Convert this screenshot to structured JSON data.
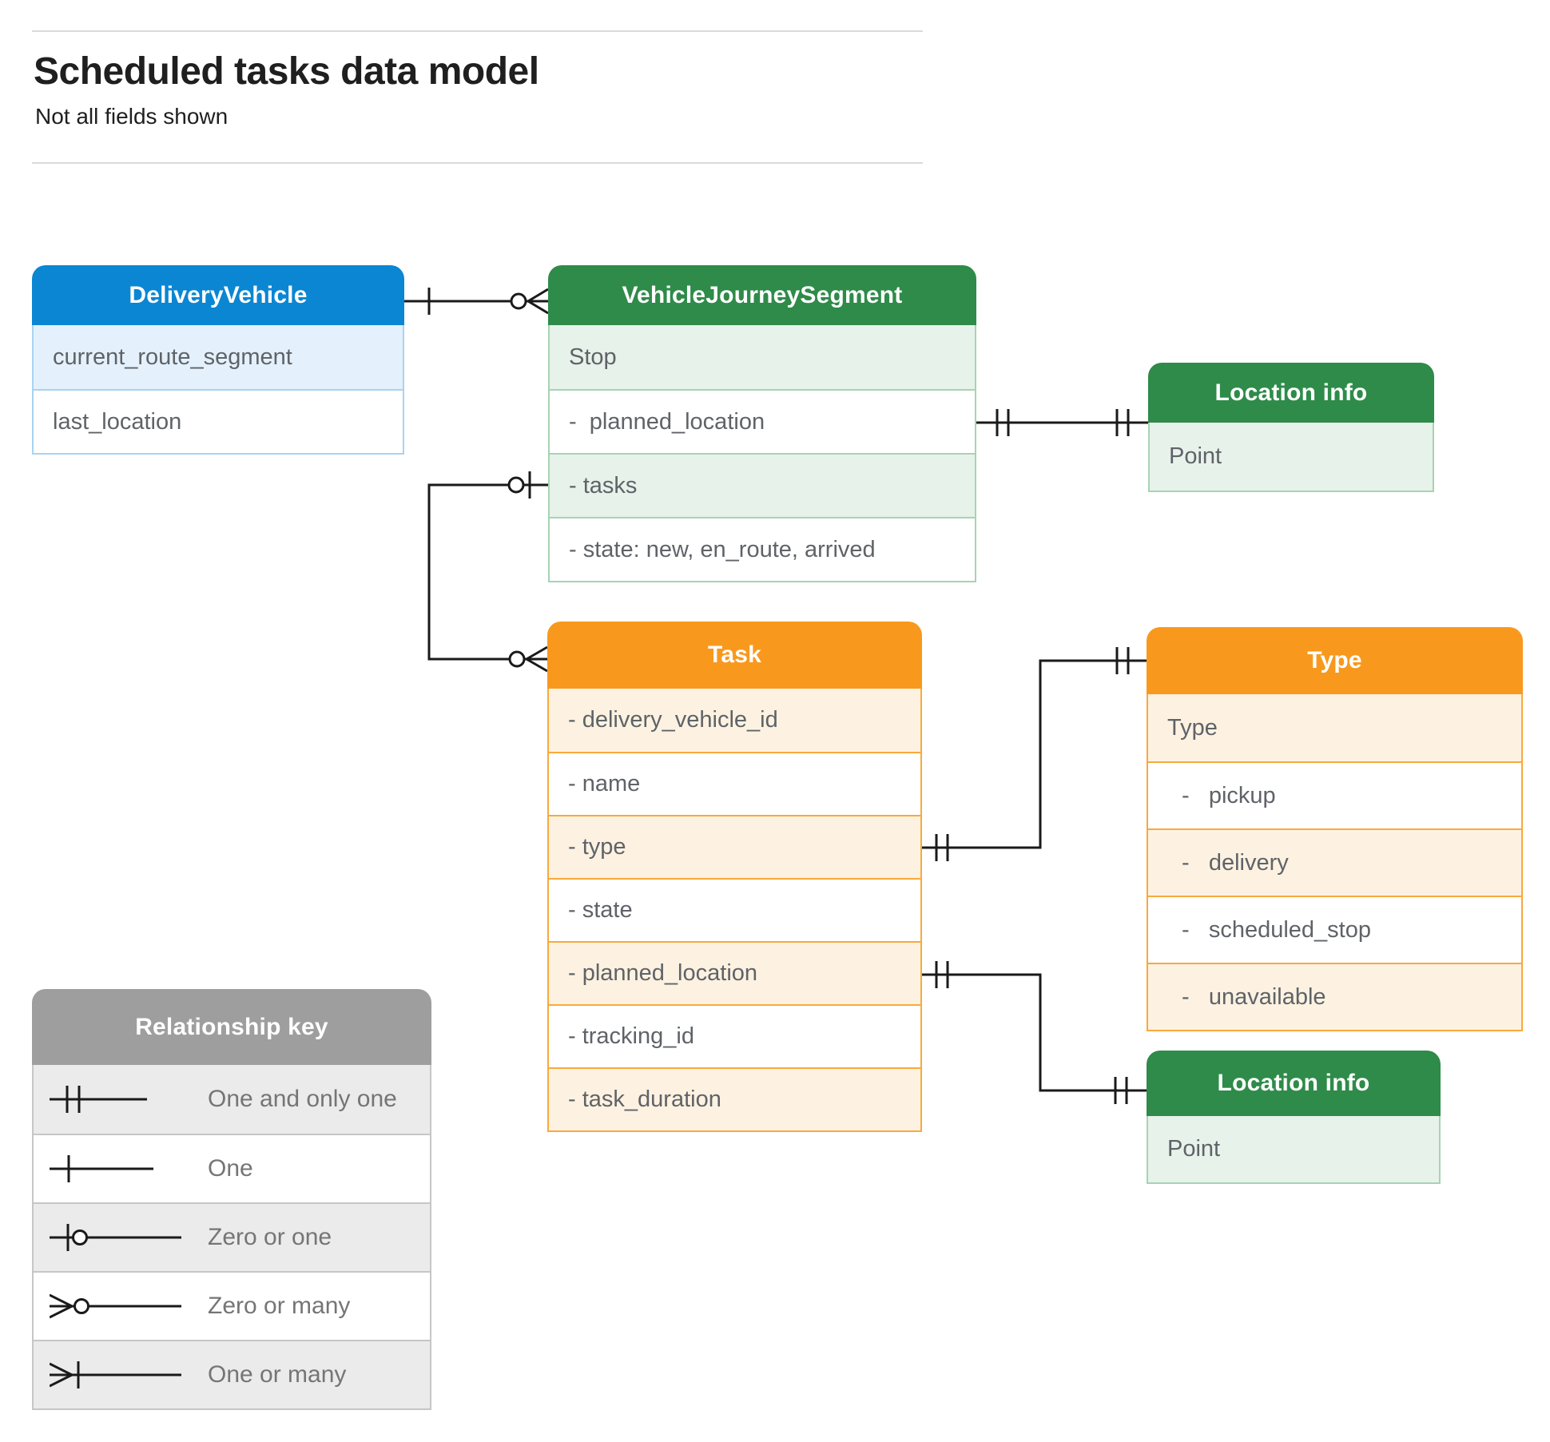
{
  "page": {
    "title": "Scheduled tasks data model",
    "subtitle": "Not all fields shown"
  },
  "entities": {
    "delivery_vehicle": {
      "title": "DeliveryVehicle",
      "rows": [
        "current_route_segment",
        "last_location"
      ]
    },
    "vehicle_journey_segment": {
      "title": "VehicleJourneySegment",
      "rows": [
        "Stop",
        "-  planned_location",
        "- tasks",
        "- state: new, en_route, arrived"
      ]
    },
    "location_info_top": {
      "title": "Location info",
      "rows": [
        "Point"
      ]
    },
    "task": {
      "title": "Task",
      "rows": [
        "- delivery_vehicle_id",
        "- name",
        "- type",
        "- state",
        "- planned_location",
        "- tracking_id",
        "- task_duration"
      ]
    },
    "type": {
      "title": "Type",
      "rows": [
        "Type",
        "-   pickup",
        "-   delivery",
        "-   scheduled_stop",
        "-   unavailable"
      ]
    },
    "location_info_bottom": {
      "title": "Location info",
      "rows": [
        "Point"
      ]
    }
  },
  "legend": {
    "title": "Relationship key",
    "items": [
      {
        "label": "One and only one",
        "symbol": "one-and-only-one-icon"
      },
      {
        "label": "One",
        "symbol": "one-icon"
      },
      {
        "label": "Zero or one",
        "symbol": "zero-or-one-icon"
      },
      {
        "label": "Zero or many",
        "symbol": "zero-or-many-icon"
      },
      {
        "label": "One or many",
        "symbol": "one-or-many-icon"
      }
    ]
  },
  "relationships": [
    {
      "from": "DeliveryVehicle",
      "from_cardinality": "One",
      "to": "VehicleJourneySegment",
      "to_cardinality": "Zero or many"
    },
    {
      "from": "VehicleJourneySegment.planned_location",
      "from_cardinality": "One and only one",
      "to": "Location info",
      "to_cardinality": "One and only one"
    },
    {
      "from": "VehicleJourneySegment.tasks",
      "from_cardinality": "Zero or one",
      "to": "Task",
      "to_cardinality": "Zero or many"
    },
    {
      "from": "Task.type",
      "from_cardinality": "One and only one",
      "to": "Type",
      "to_cardinality": "One and only one"
    },
    {
      "from": "Task.planned_location",
      "from_cardinality": "One and only one",
      "to": "Location info",
      "to_cardinality": "One and only one"
    }
  ],
  "colors": {
    "blue_header": "#0b86d3",
    "blue_row": "#e4f1fc",
    "green_header": "#2e8b49",
    "green_row": "#e7f2ea",
    "orange_header": "#f8991d",
    "orange_row": "#fdf2e1",
    "gray_header": "#9e9e9e",
    "gray_row": "#ebebeb",
    "field_text": "#5f6368",
    "connector": "#1a1a1a"
  }
}
